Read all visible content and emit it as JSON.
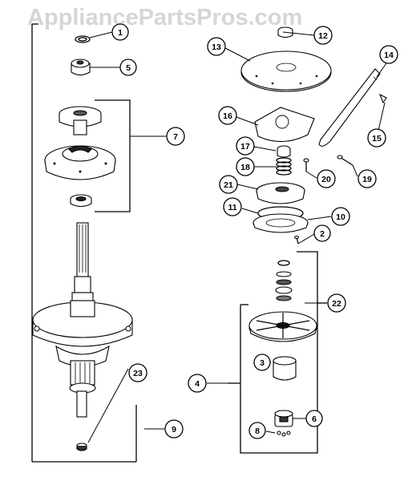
{
  "watermark": "AppliancePartsPros.com",
  "colors": {
    "ink": "#000000",
    "watermark": "#d6d6d6",
    "background": "#ffffff"
  },
  "callouts": [
    {
      "id": "c1",
      "label": "1"
    },
    {
      "id": "c2",
      "label": "2"
    },
    {
      "id": "c3",
      "label": "3"
    },
    {
      "id": "c4",
      "label": "4"
    },
    {
      "id": "c5",
      "label": "5"
    },
    {
      "id": "c6",
      "label": "6"
    },
    {
      "id": "c7",
      "label": "7"
    },
    {
      "id": "c8",
      "label": "8"
    },
    {
      "id": "c9",
      "label": "9"
    },
    {
      "id": "c10",
      "label": "10"
    },
    {
      "id": "c11",
      "label": "11"
    },
    {
      "id": "c12",
      "label": "12"
    },
    {
      "id": "c13",
      "label": "13"
    },
    {
      "id": "c14",
      "label": "14"
    },
    {
      "id": "c15",
      "label": "15"
    },
    {
      "id": "c16",
      "label": "16"
    },
    {
      "id": "c17",
      "label": "17"
    },
    {
      "id": "c18",
      "label": "18"
    },
    {
      "id": "c19",
      "label": "19"
    },
    {
      "id": "c20",
      "label": "20"
    },
    {
      "id": "c21",
      "label": "21"
    },
    {
      "id": "c22",
      "label": "22"
    },
    {
      "id": "c23",
      "label": "23"
    }
  ]
}
